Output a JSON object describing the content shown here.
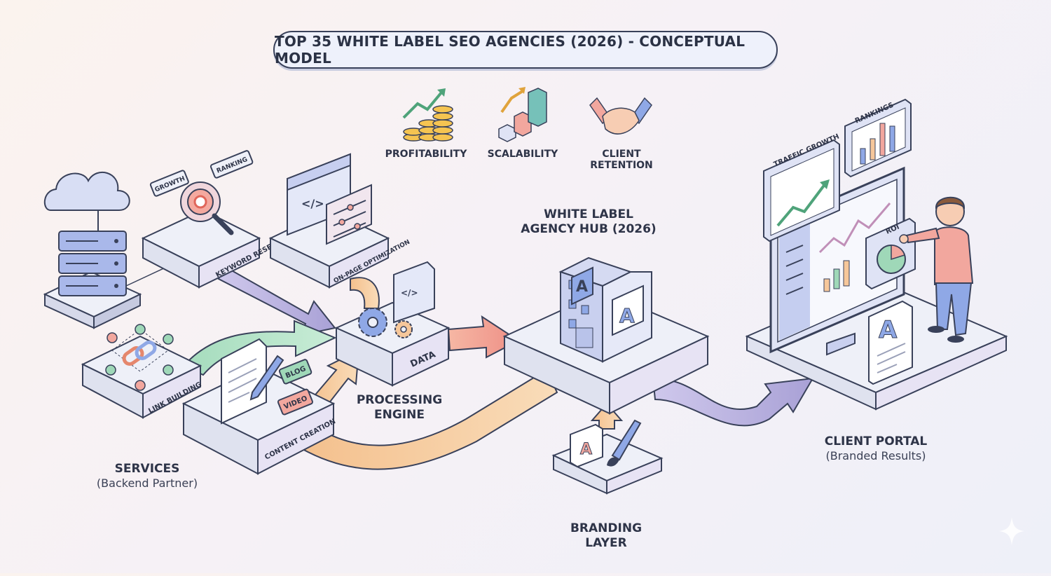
{
  "title": "TOP 35 WHITE LABEL SEO AGENCIES (2026) - CONCEPTUAL MODEL",
  "benefits": [
    {
      "label": "PROFITABILITY",
      "icon": "coins-growth-icon"
    },
    {
      "label": "SCALABILITY",
      "icon": "growth-bars-icon"
    },
    {
      "label": "CLIENT RETENTION",
      "icon": "handshake-icon"
    }
  ],
  "services": {
    "title": "SERVICES",
    "subtitle": "(Backend Partner)",
    "keyword_research": "KEYWORD RESEARCH",
    "growth_tag": "GROWTH",
    "ranking_tag": "RANKING",
    "on_page": "ON-PAGE OPTIMIZATION",
    "link_building": "LINK BUILDING",
    "content_creation": "CONTENT CREATION",
    "blog_tag": "BLOG",
    "video_tag": "VIDEO"
  },
  "engine": {
    "title_line1": "PROCESSING",
    "title_line2": "ENGINE",
    "data_label": "DATA"
  },
  "hub": {
    "title_line1": "WHITE LABEL",
    "title_line2": "AGENCY HUB (2026)"
  },
  "branding": {
    "title_line1": "BRANDING",
    "title_line2": "LAYER"
  },
  "portal": {
    "title": "CLIENT PORTAL",
    "subtitle": "(Branded Results)",
    "traffic_growth": "TRAFFIC GROWTH",
    "rankings": "RANKINGS",
    "roi": "ROI"
  },
  "colors": {
    "outline": "#39415a",
    "platform": "#eef0f8",
    "purple": "#b9b3e0",
    "green": "#9fd8b8",
    "orange": "#f6c79a",
    "red": "#f2a79e",
    "blue": "#8fa8e6",
    "teal": "#76c1b9"
  }
}
